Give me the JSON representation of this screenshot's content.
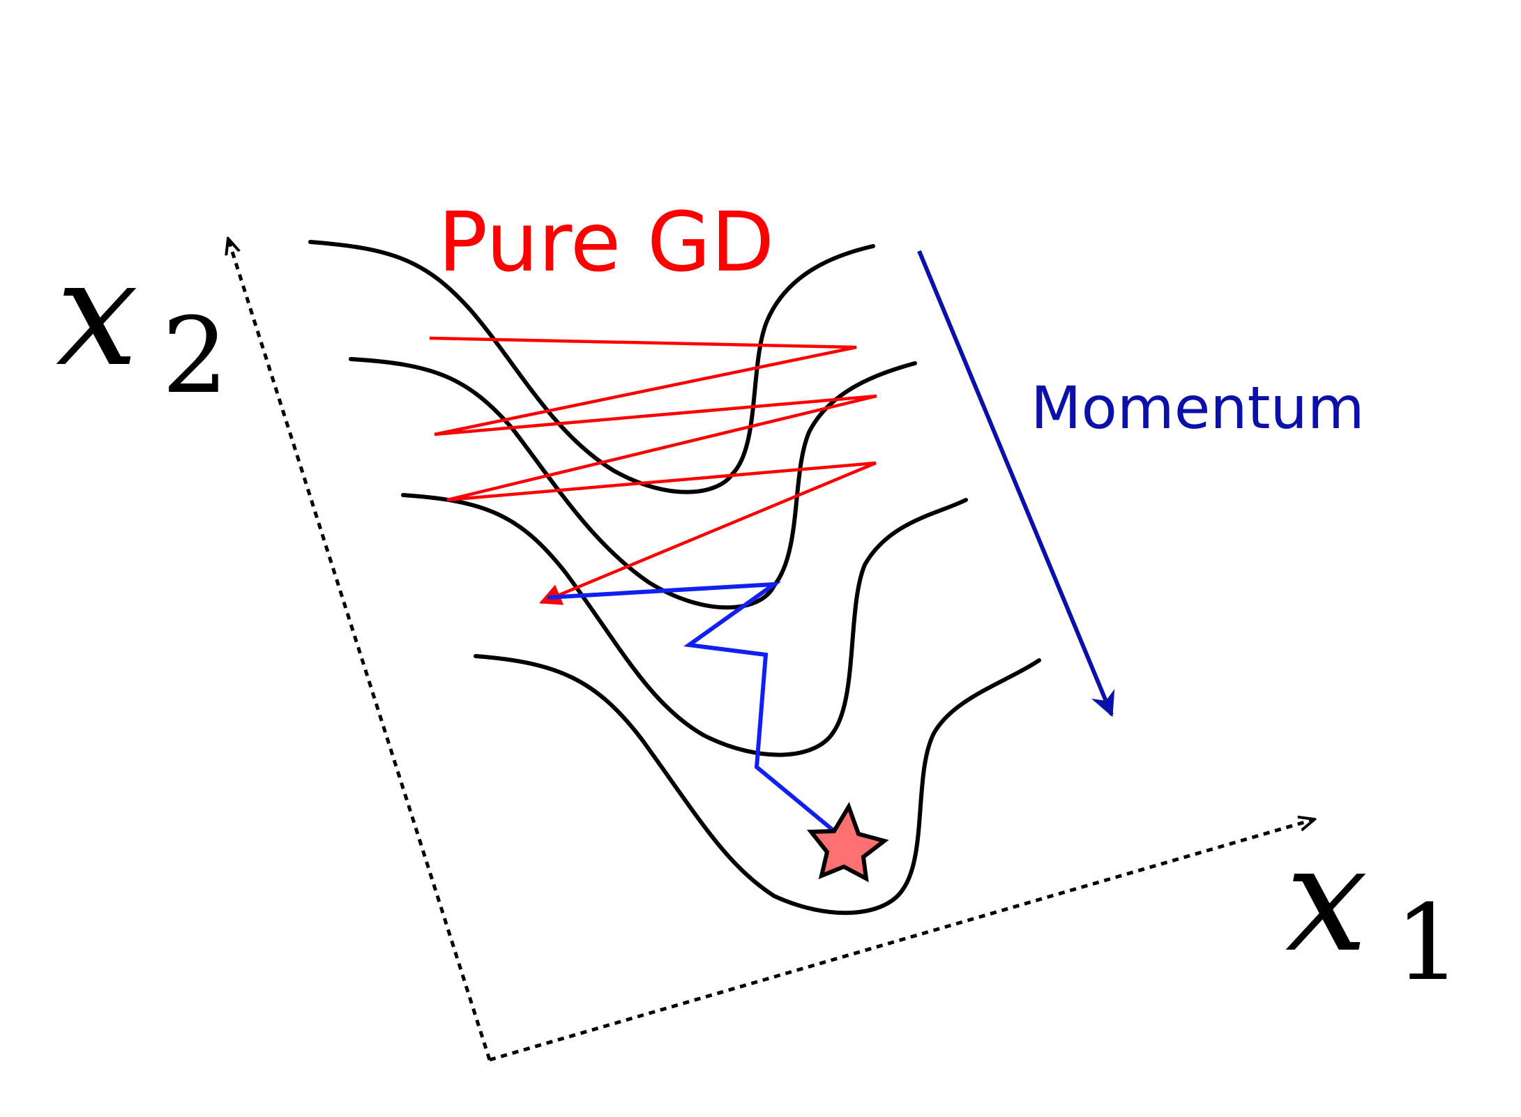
{
  "labels": {
    "pure_gd": "Pure GD",
    "momentum": "Momentum",
    "axis_x1_var": "x",
    "axis_x1_sub": "1",
    "axis_x2_var": "x",
    "axis_x2_sub": "2"
  },
  "colors": {
    "pure_gd": "#ff0000",
    "momentum_label": "#0a10a8",
    "momentum_path": "#1020f0",
    "contour": "#000000",
    "minimum_star_fill": "#ff7070",
    "axis": "#000000"
  },
  "icons": {
    "minimum": "star-icon"
  }
}
